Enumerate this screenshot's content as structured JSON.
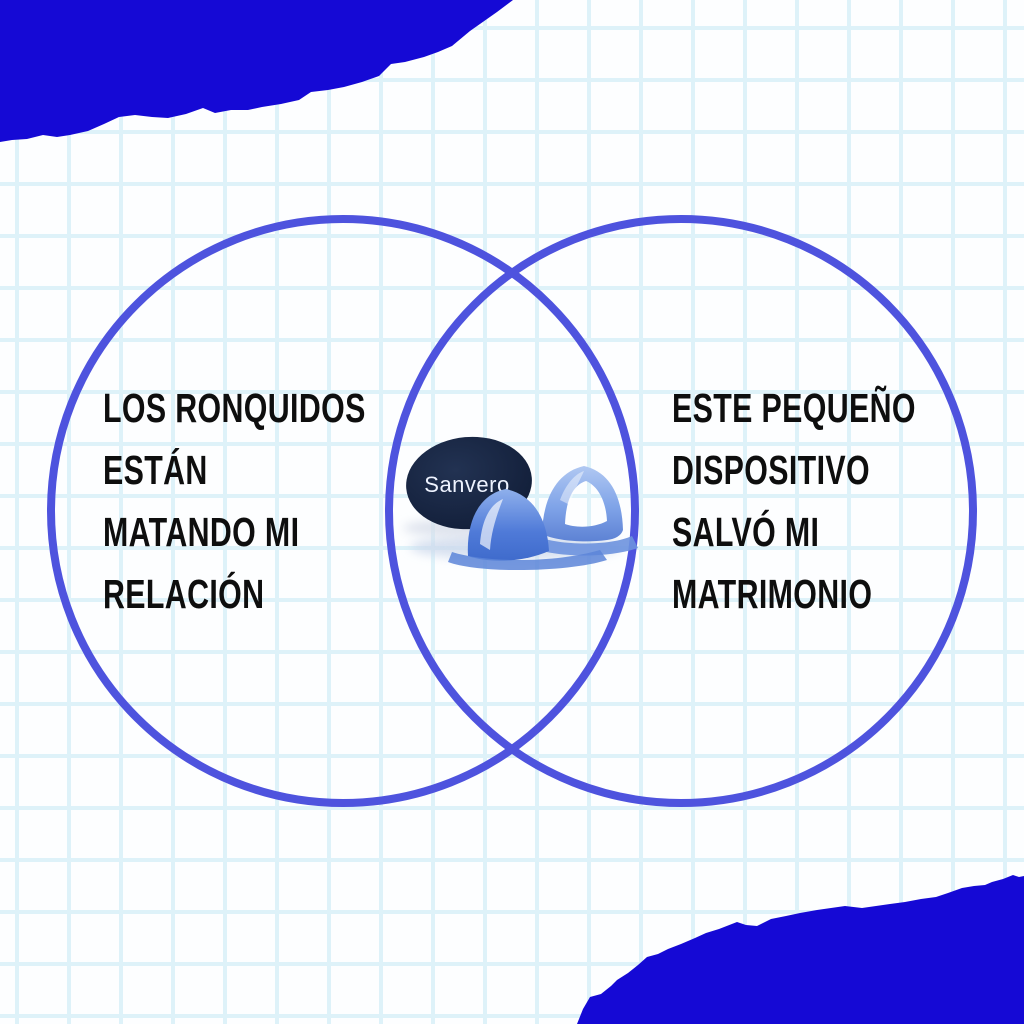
{
  "graphic": {
    "left_circle": {
      "lines": [
        "LOS RONQUIDOS",
        "ESTÁN",
        "MATANDO MI",
        "RELACIÓN"
      ]
    },
    "right_circle": {
      "lines": [
        "ESTE PEQUEÑO",
        "DISPOSITIVO",
        "SALVÓ MI",
        "MATRIMONIO"
      ]
    },
    "product": {
      "brand": "Sanvero"
    }
  },
  "colors": {
    "corner-blue": "#1509d5",
    "circle-stroke": "#4e53de",
    "grid-line": "#def2f9",
    "paper": "#fdfeff",
    "heading-text": "#0e0e0e",
    "case-navy": "#16233f",
    "case-text": "#eef3ff",
    "vent-blue": "#4a74d2",
    "vent-blue-light": "#a9c4ef"
  }
}
